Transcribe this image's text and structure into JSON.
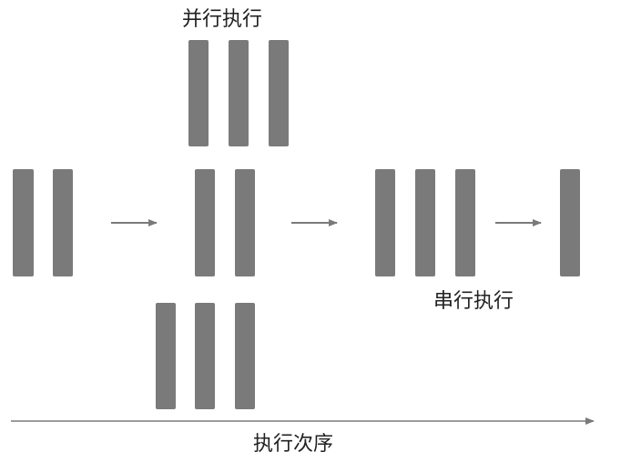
{
  "labels": {
    "parallel": "并行执行",
    "serial": "串行执行",
    "order": "执行次序"
  },
  "colors": {
    "bar": "#7a7a7a",
    "arrow": "#7a7a7a"
  }
}
